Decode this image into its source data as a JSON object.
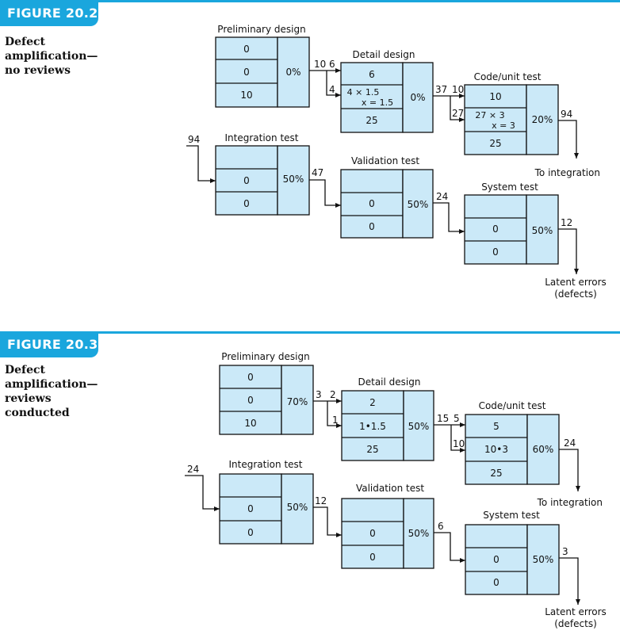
{
  "figures": [
    {
      "label": "Figure 20.2",
      "label_display": "FIGURE 20.2",
      "caption_lines": [
        "Defect",
        "amplification—",
        "no reviews"
      ],
      "stages": {
        "preliminary": {
          "title": "Preliminary design",
          "rows": [
            "0",
            "0",
            "10"
          ],
          "efficiency": "0%"
        },
        "detail": {
          "title": "Detail design",
          "rows": [
            "6",
            "4 × 1.5",
            "x = 1.5",
            "25"
          ],
          "efficiency": "0%"
        },
        "code": {
          "title": "Code/unit test",
          "rows": [
            "10",
            "27 × 3",
            "x = 3",
            "25"
          ],
          "efficiency": "20%"
        },
        "integration": {
          "title": "Integration test",
          "rows": [
            "",
            "0",
            "0"
          ],
          "efficiency": "50%"
        },
        "validation": {
          "title": "Validation test",
          "rows": [
            "",
            "0",
            "0"
          ],
          "efficiency": "50%"
        },
        "system": {
          "title": "System test",
          "rows": [
            "",
            "0",
            "0"
          ],
          "efficiency": "50%"
        }
      },
      "flows": {
        "prelim_out": "10",
        "detail_in_top": "6",
        "detail_in_bottom": "4",
        "detail_out": "37",
        "code_in_top": "10",
        "code_in_bottom": "27",
        "code_out": "94",
        "integration_in": "94",
        "integration_out": "47",
        "validation_out": "24",
        "system_out": "12"
      },
      "to_integration": "To integration",
      "latent_line1": "Latent errors",
      "latent_line2": "(defects)"
    },
    {
      "label": "Figure 20.3",
      "label_display": "FIGURE 20.3",
      "caption_lines": [
        "Defect",
        "amplification—",
        "reviews",
        "conducted"
      ],
      "stages": {
        "preliminary": {
          "title": "Preliminary design",
          "rows": [
            "0",
            "0",
            "10"
          ],
          "efficiency": "70%"
        },
        "detail": {
          "title": "Detail design",
          "rows": [
            "2",
            "1•1.5",
            "",
            "25"
          ],
          "efficiency": "50%"
        },
        "code": {
          "title": "Code/unit test",
          "rows": [
            "5",
            "10•3",
            "",
            "25"
          ],
          "efficiency": "60%"
        },
        "integration": {
          "title": "Integration test",
          "rows": [
            "",
            "0",
            "0"
          ],
          "efficiency": "50%"
        },
        "validation": {
          "title": "Validation test",
          "rows": [
            "",
            "0",
            "0"
          ],
          "efficiency": "50%"
        },
        "system": {
          "title": "System test",
          "rows": [
            "",
            "0",
            "0"
          ],
          "efficiency": "50%"
        }
      },
      "flows": {
        "prelim_out": "3",
        "detail_in_top": "2",
        "detail_in_bottom": "1",
        "detail_out": "15",
        "code_in_top": "5",
        "code_in_bottom": "10",
        "code_out": "24",
        "integration_in": "24",
        "integration_out": "12",
        "validation_out": "6",
        "system_out": "3"
      },
      "to_integration": "To integration",
      "latent_line1": "Latent errors",
      "latent_line2": "(defects)"
    }
  ],
  "colors": {
    "accent": "#1aa6dd",
    "cell": "#cbe9f8",
    "stroke": "#111111"
  }
}
